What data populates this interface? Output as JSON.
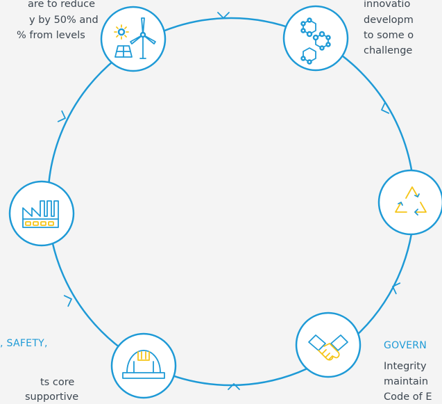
{
  "texts": {
    "top_left_line1": "are to reduce",
    "top_left_line2": "y by 50% and",
    "top_left_line3": "% from levels",
    "top_right_line1": "innovatio",
    "top_right_line2": "developm",
    "top_right_line3": "to some o",
    "top_right_line4": "challenge",
    "bottom_left_heading": ", SAFETY,",
    "bottom_left_line1": "ts core",
    "bottom_left_line2": "supportive",
    "bottom_right_heading": "GOVERN",
    "bottom_right_line1": "Integrity",
    "bottom_right_line2": "maintain",
    "bottom_right_line3": "Code of E"
  },
  "nodes": [
    {
      "name": "renewable-energy-node",
      "icon": "solar-wind-icon"
    },
    {
      "name": "innovation-node",
      "icon": "molecule-icon"
    },
    {
      "name": "recycling-node",
      "icon": "recycle-icon"
    },
    {
      "name": "governance-node",
      "icon": "handshake-icon"
    },
    {
      "name": "safety-node",
      "icon": "hard-hat-icon"
    },
    {
      "name": "industry-node",
      "icon": "factory-icon"
    }
  ],
  "colors": {
    "accent": "#1e9ad6",
    "highlight": "#f5c518",
    "text": "#3c4650",
    "background": "#f4f4f4"
  }
}
